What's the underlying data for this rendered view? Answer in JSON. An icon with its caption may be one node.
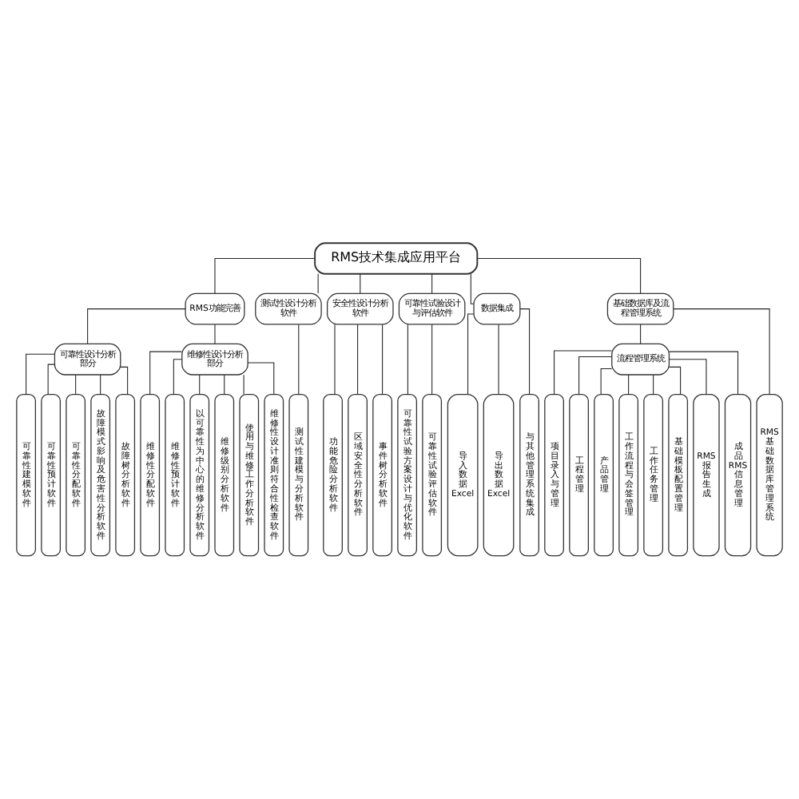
{
  "diagram": {
    "nodes": [
      {
        "text": [
          "RMS技术集成应用平台"
        ]
      },
      {
        "text": [
          "RMS功能完善"
        ]
      },
      {
        "text": [
          "可靠性设计分析部分"
        ]
      },
      {
        "text": [
          "可靠性建模软件"
        ]
      },
      {
        "text": [
          "可靠性预计软件"
        ]
      },
      {
        "text": [
          "可靠性分配软件"
        ]
      },
      {
        "text": [
          "故障模式影响及危害性分析软件"
        ]
      },
      {
        "text": [
          "故障树分析软件"
        ]
      },
      {
        "text": [
          "维修性设计分析部分"
        ]
      },
      {
        "text": [
          "维修性分配软件"
        ]
      },
      {
        "text": [
          "维修性预计软件"
        ]
      },
      {
        "text": [
          "以可靠性为中心的维修分析软件"
        ]
      },
      {
        "text": [
          "维修级别分析软件"
        ]
      },
      {
        "text": [
          "使用与维修工作分析软件"
        ]
      },
      {
        "text": [
          "维修性设计准则符合性检查软件"
        ]
      },
      {
        "text": [
          "测试性设计分析软件"
        ]
      },
      {
        "text": [
          "测试性建模与分析软件"
        ]
      },
      {
        "text": [
          "安全性设计分析软件"
        ]
      },
      {
        "text": [
          "功能危险分析软件"
        ]
      },
      {
        "text": [
          "区域安全性分析软件"
        ]
      },
      {
        "text": [
          "事件树分析软件"
        ]
      },
      {
        "text": [
          "可靠性试验设计与评估软件"
        ]
      },
      {
        "text": [
          "可靠性试验方案设计与优化软件"
        ]
      },
      {
        "text": [
          "可靠性试验评估软件"
        ]
      },
      {
        "text": [
          "数据集成"
        ]
      },
      {
        "text": [
          "导入数据Excel"
        ]
      },
      {
        "text": [
          "导出数据Excel"
        ]
      },
      {
        "text": [
          "与其他管理系统集成"
        ]
      },
      {
        "text": [
          "基础数据库及流程管理系统"
        ]
      },
      {
        "text": [
          "流程管理系统"
        ]
      },
      {
        "text": [
          "项目录入与管理"
        ]
      },
      {
        "text": [
          "工程管理"
        ]
      },
      {
        "text": [
          "产品管理"
        ]
      },
      {
        "text": [
          "工作流程与会签管理"
        ]
      },
      {
        "text": [
          "工作任务管理"
        ]
      },
      {
        "text": [
          "基础模板配置管理"
        ]
      },
      {
        "text": [
          "RMS报告生成"
        ]
      },
      {
        "text": [
          "成品RMS信息管理"
        ]
      },
      {
        "text": [
          "RMS基础数据库管理系统"
        ]
      }
    ],
    "edges": [
      {
        "from": 0,
        "to": 1,
        "arrow": "none"
      },
      {
        "from": 0,
        "to": 15,
        "arrow": "none"
      },
      {
        "from": 0,
        "to": 17,
        "arrow": "none"
      },
      {
        "from": 0,
        "to": 21,
        "arrow": "none"
      },
      {
        "from": 0,
        "to": 24,
        "arrow": "none"
      },
      {
        "from": 0,
        "to": 28,
        "arrow": "none"
      },
      {
        "from": 1,
        "to": 2,
        "arrow": "none"
      },
      {
        "from": 1,
        "to": 8,
        "arrow": "none"
      },
      {
        "from": 2,
        "to": 3,
        "arrow": "none"
      },
      {
        "from": 2,
        "to": 4,
        "arrow": "none"
      },
      {
        "from": 2,
        "to": 5,
        "arrow": "none"
      },
      {
        "from": 2,
        "to": 6,
        "arrow": "none"
      },
      {
        "from": 2,
        "to": 7,
        "arrow": "none"
      },
      {
        "from": 8,
        "to": 9,
        "arrow": "none"
      },
      {
        "from": 8,
        "to": 10,
        "arrow": "none"
      },
      {
        "from": 8,
        "to": 11,
        "arrow": "none"
      },
      {
        "from": 8,
        "to": 12,
        "arrow": "none"
      },
      {
        "from": 8,
        "to": 13,
        "arrow": "none"
      },
      {
        "from": 8,
        "to": 14,
        "arrow": "none"
      },
      {
        "from": 15,
        "to": 16,
        "arrow": "none"
      },
      {
        "from": 17,
        "to": 18,
        "arrow": "none"
      },
      {
        "from": 17,
        "to": 19,
        "arrow": "none"
      },
      {
        "from": 17,
        "to": 20,
        "arrow": "none"
      },
      {
        "from": 21,
        "to": 22,
        "arrow": "none"
      },
      {
        "from": 21,
        "to": 23,
        "arrow": "none"
      },
      {
        "from": 24,
        "to": 25,
        "arrow": "none"
      },
      {
        "from": 24,
        "to": 26,
        "arrow": "none"
      },
      {
        "from": 24,
        "to": 27,
        "arrow": "none"
      },
      {
        "from": 28,
        "to": 29,
        "arrow": "none"
      },
      {
        "from": 28,
        "to": 38,
        "arrow": "none"
      },
      {
        "from": 29,
        "to": 30,
        "arrow": "none"
      },
      {
        "from": 29,
        "to": 31,
        "arrow": "none"
      },
      {
        "from": 29,
        "to": 32,
        "arrow": "none"
      },
      {
        "from": 29,
        "to": 33,
        "arrow": "none"
      },
      {
        "from": 29,
        "to": 34,
        "arrow": "none"
      },
      {
        "from": 29,
        "to": 35,
        "arrow": "none"
      },
      {
        "from": 29,
        "to": 36,
        "arrow": "none"
      },
      {
        "from": 29,
        "to": 37,
        "arrow": "none"
      }
    ]
  }
}
